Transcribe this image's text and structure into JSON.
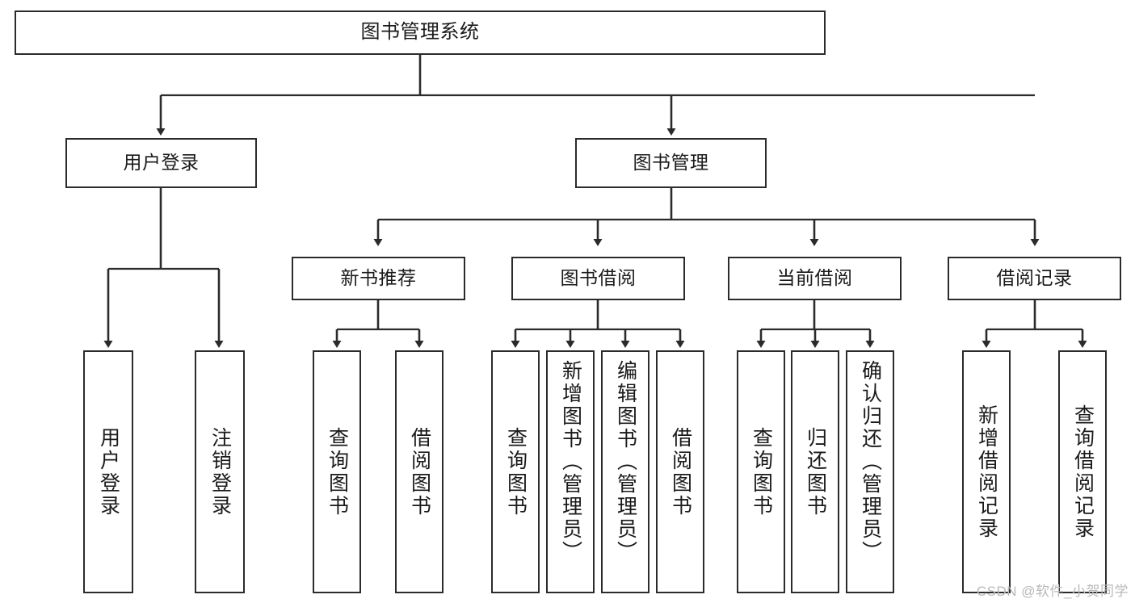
{
  "diagram": {
    "type": "tree",
    "title": "图书管理系统",
    "root": {
      "id": "root",
      "label": "图书管理系统"
    },
    "level1": [
      {
        "id": "user-login",
        "label": "用户登录"
      },
      {
        "id": "book-manage",
        "label": "图书管理"
      }
    ],
    "level2": [
      {
        "id": "new-book-recommend",
        "label": "新书推荐",
        "parent": "book-manage"
      },
      {
        "id": "book-borrow",
        "label": "图书借阅",
        "parent": "book-manage"
      },
      {
        "id": "current-borrow",
        "label": "当前借阅",
        "parent": "book-manage"
      },
      {
        "id": "borrow-record",
        "label": "借阅记录",
        "parent": "book-manage"
      }
    ],
    "leaves": [
      {
        "id": "leaf-user-login",
        "label": "用户登录",
        "parent": "user-login"
      },
      {
        "id": "leaf-logout",
        "label": "注销登录",
        "parent": "user-login"
      },
      {
        "id": "leaf-query-book-1",
        "label": "查询图书",
        "parent": "new-book-recommend"
      },
      {
        "id": "leaf-borrow-book-1",
        "label": "借阅图书",
        "parent": "new-book-recommend"
      },
      {
        "id": "leaf-query-book-2",
        "label": "查询图书",
        "parent": "book-borrow"
      },
      {
        "id": "leaf-add-book",
        "label": "新增图书（管理员）",
        "parent": "book-borrow"
      },
      {
        "id": "leaf-edit-book",
        "label": "编辑图书（管理员）",
        "parent": "book-borrow"
      },
      {
        "id": "leaf-borrow-book-2",
        "label": "借阅图书",
        "parent": "book-borrow"
      },
      {
        "id": "leaf-query-book-3",
        "label": "查询图书",
        "parent": "current-borrow"
      },
      {
        "id": "leaf-return-book",
        "label": "归还图书",
        "parent": "current-borrow"
      },
      {
        "id": "leaf-confirm-return",
        "label": "确认归还（管理员）",
        "parent": "current-borrow"
      },
      {
        "id": "leaf-add-record",
        "label": "新增借阅记录",
        "parent": "borrow-record"
      },
      {
        "id": "leaf-query-record",
        "label": "查询借阅记录",
        "parent": "borrow-record"
      }
    ],
    "colors": {
      "stroke": "#2b2b2b",
      "fill": "#ffffff",
      "text": "#1a1a1a",
      "watermark": "#b9b9b9"
    }
  },
  "watermark": {
    "text": "CSDN @软件_小贺同学"
  }
}
